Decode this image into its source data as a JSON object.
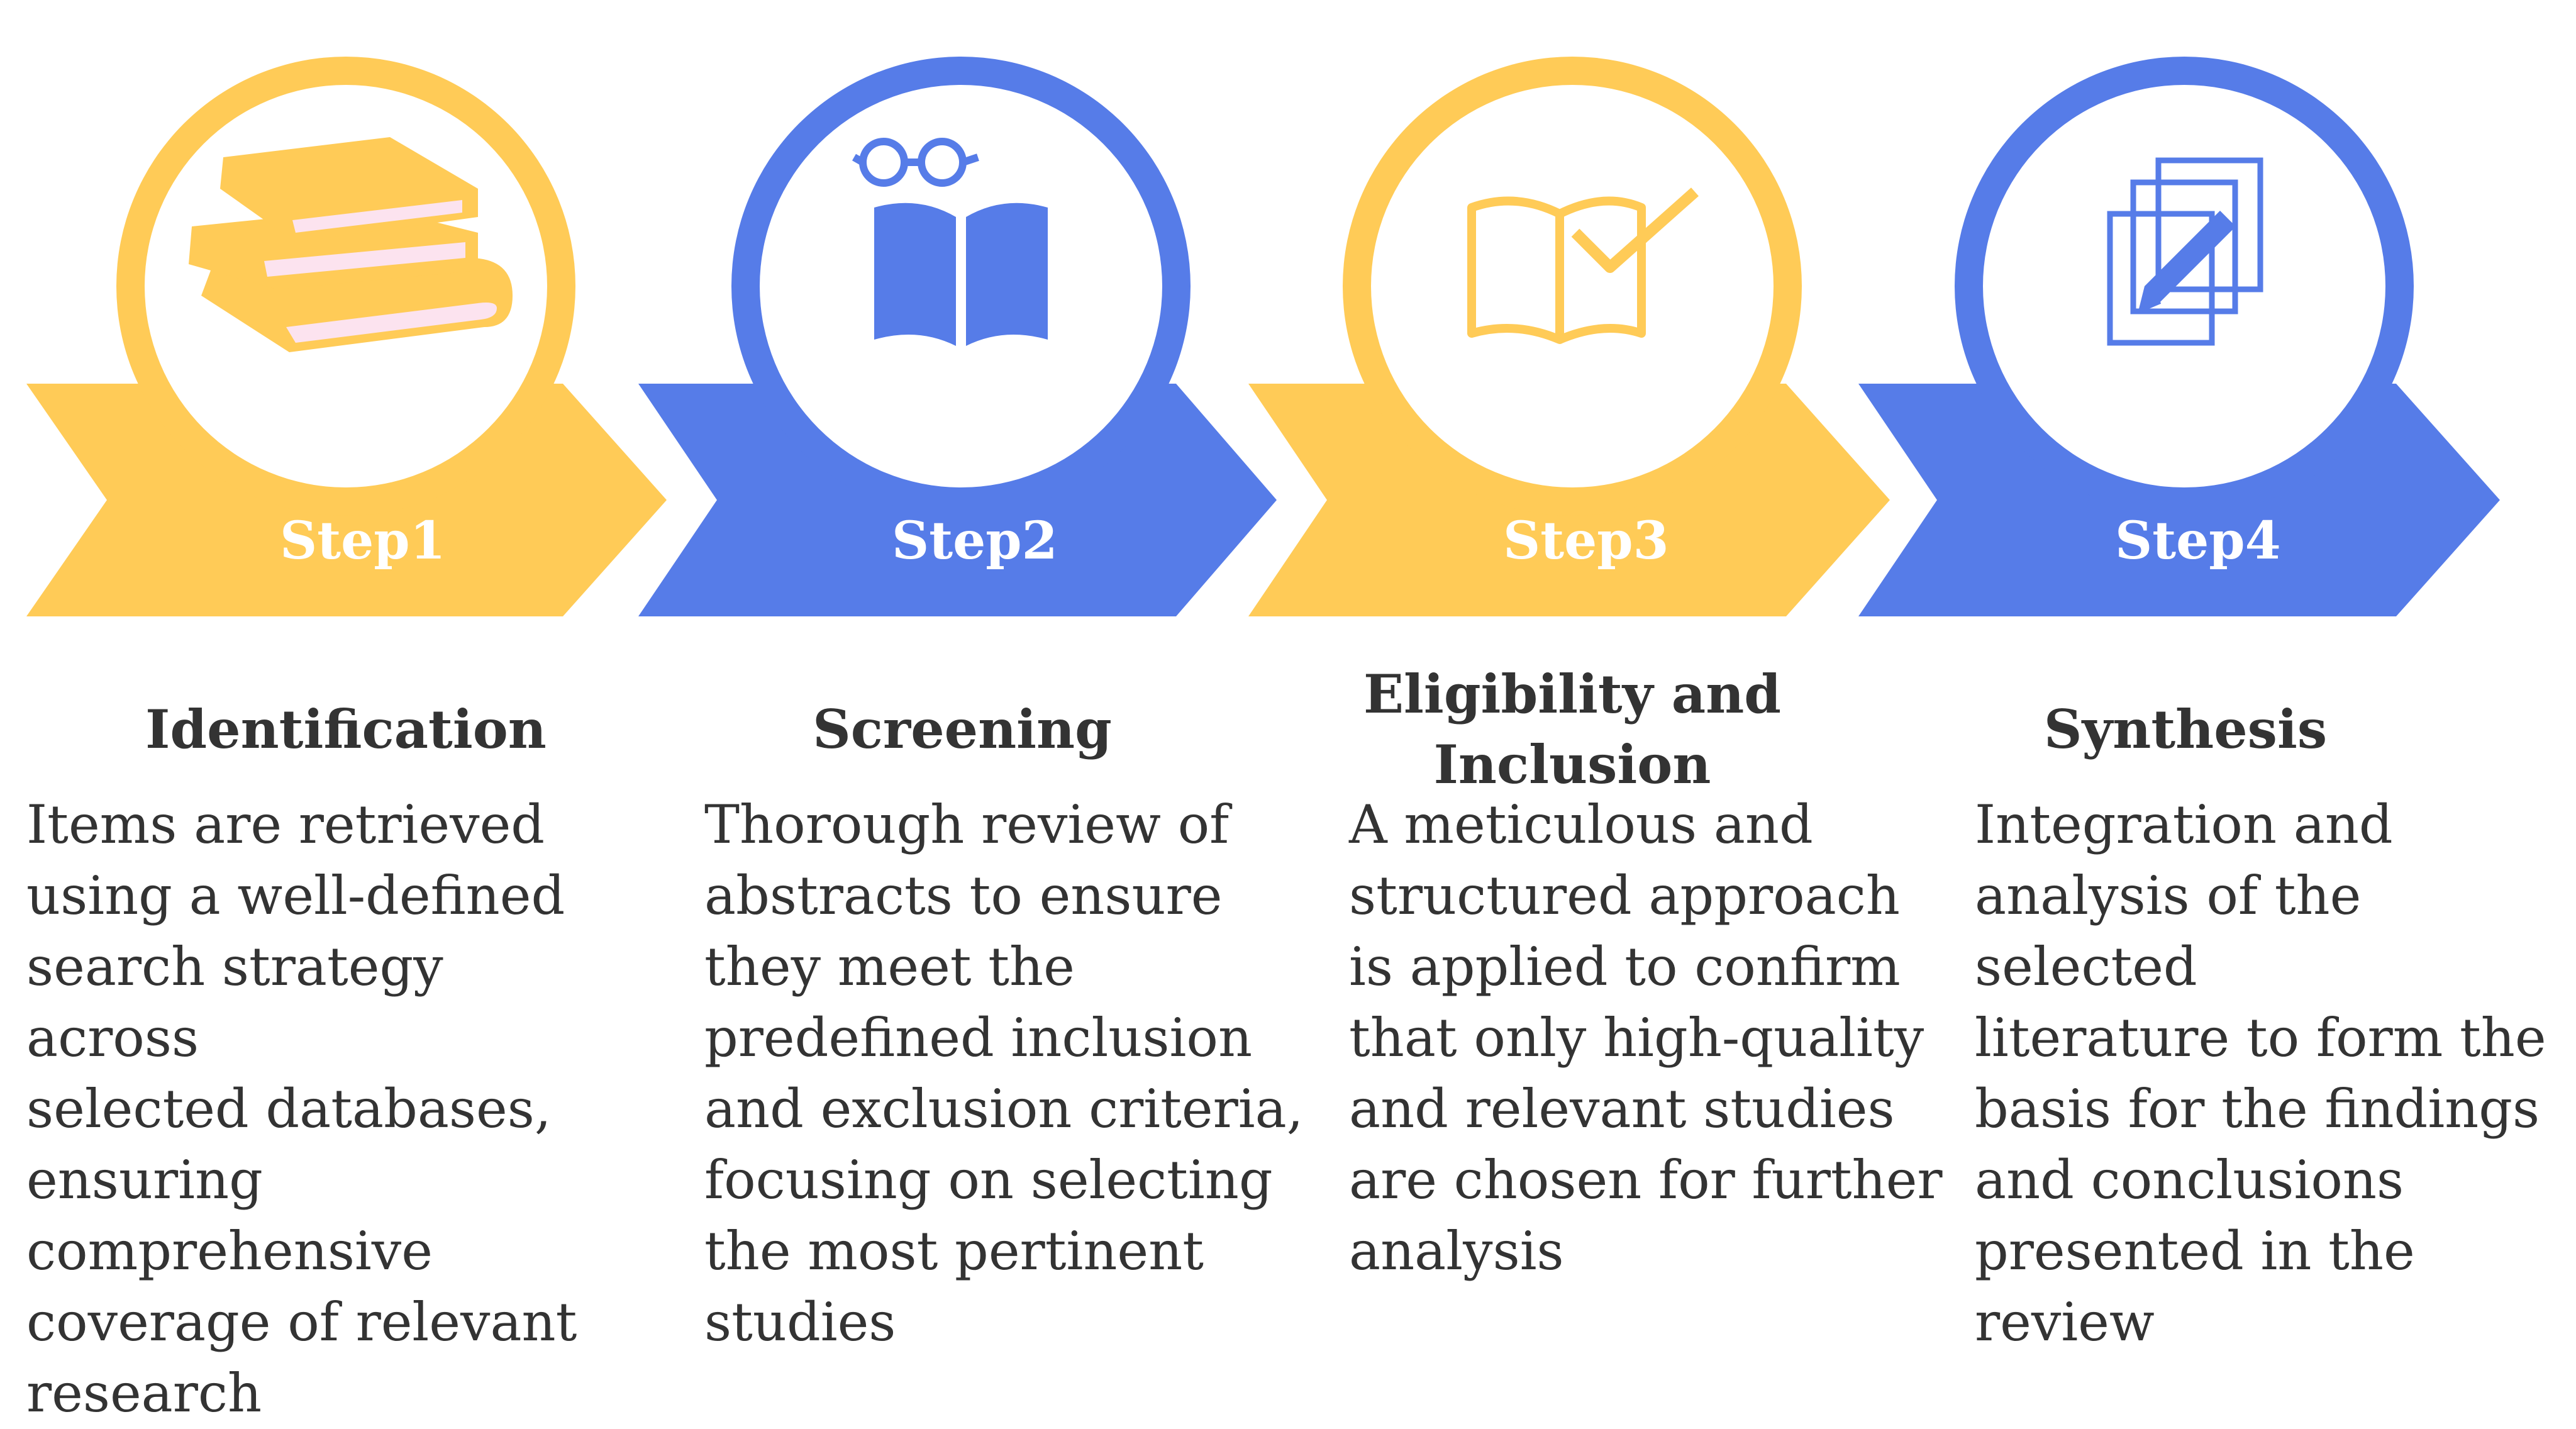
{
  "colors": {
    "yellow": "#FFCB57",
    "blue": "#567CE8",
    "book_page": "#FCE3EF",
    "text": "#333333"
  },
  "steps": [
    {
      "label": "Step1",
      "title": "Identification",
      "icon": "stacked-books-icon",
      "description": "Items are retrieved\nusing a well-defined\nsearch strategy across\nselected databases,\nensuring\ncomprehensive\ncoverage of relevant\nresearch"
    },
    {
      "label": "Step2",
      "title": "Screening",
      "icon": "reading-glasses-book-icon",
      "description": "Thorough review of\nabstracts to ensure\nthey meet the\npredefined inclusion\nand exclusion criteria,\nfocusing on selecting\nthe most pertinent\nstudies"
    },
    {
      "label": "Step3",
      "title": "Eligibility and\nInclusion",
      "icon": "book-checkmark-icon",
      "description": "A meticulous and\nstructured approach\nis applied to confirm\nthat only high-quality\nand relevant studies\nare chosen for further\nanalysis"
    },
    {
      "label": "Step4",
      "title": "Synthesis",
      "icon": "documents-pencil-icon",
      "description": "Integration and\nanalysis of the selected\nliterature to form the\nbasis for the findings\nand conclusions\npresented in the\nreview"
    }
  ]
}
